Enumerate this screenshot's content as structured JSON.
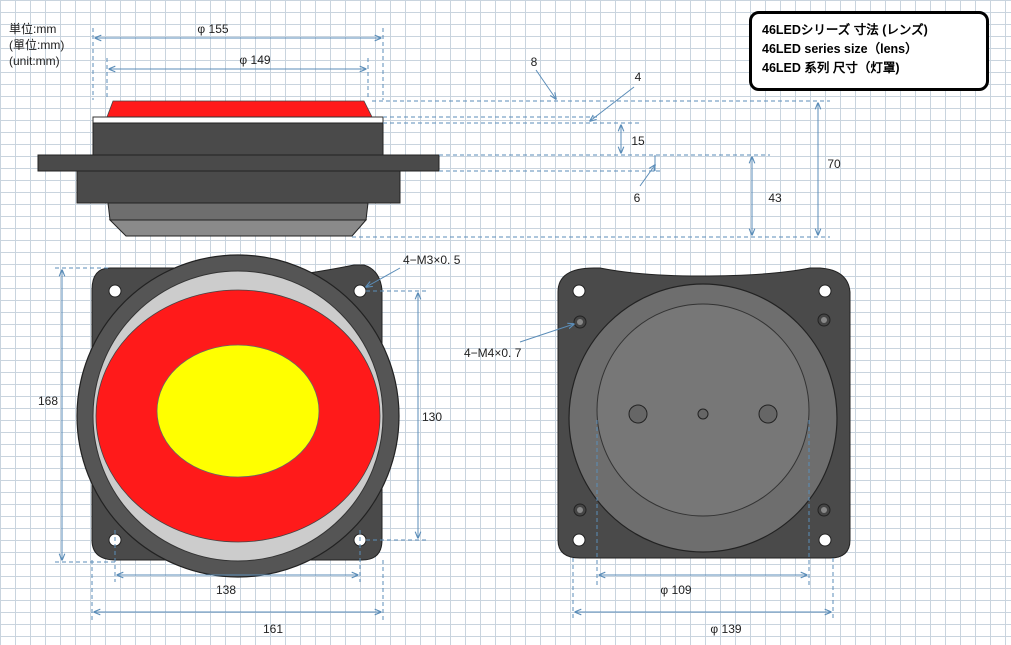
{
  "units": [
    "単位:mm",
    "(單位:mm)",
    "(unit:mm)"
  ],
  "title": [
    "46LEDシリーズ 寸法 (レンズ)",
    "46LED series size（lens）",
    "46LED 系列 尺寸（灯罩)"
  ],
  "dimensions": {
    "d155": "φ 155",
    "d149": "φ 149",
    "d8": "8",
    "d4": "4",
    "d15": "15",
    "d6": "6",
    "d43": "43",
    "d70": "70",
    "d168": "168",
    "d130": "130",
    "d138": "138",
    "d161": "161",
    "d109": "φ 109",
    "d139": "φ 139"
  },
  "notes": {
    "m3": "4−M3×0. 5",
    "m4": "4−M4×0. 7"
  },
  "colors": {
    "lens_red": "#ff1a1a",
    "lens_yellow": "#ffff00",
    "body_dark": "#4a4a4a",
    "body_mid": "#6e6e6e",
    "dimension_line": "#5b8db8"
  }
}
